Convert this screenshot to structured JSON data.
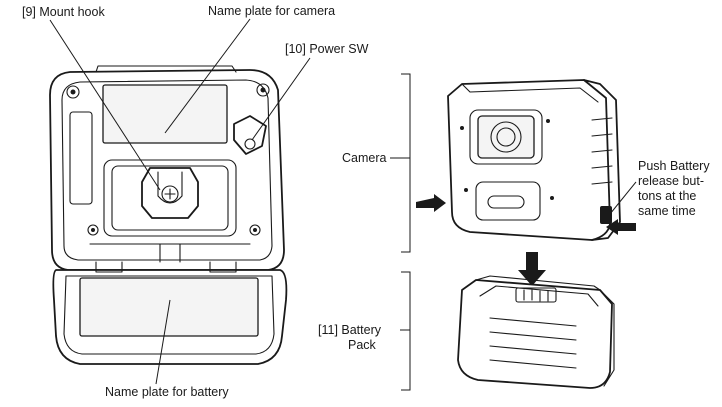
{
  "labels": {
    "mount_hook": "[9] Mount hook",
    "name_plate_camera": "Name plate for camera",
    "power_sw": "[10] Power SW",
    "camera": "Camera",
    "push_battery_line1": "Push Battery",
    "push_battery_line2": "release but-",
    "push_battery_line3": "tons at the",
    "push_battery_line4": "same time",
    "battery_pack_line1": "[11] Battery",
    "battery_pack_line2": "Pack",
    "name_plate_battery": "Name plate for battery"
  },
  "colors": {
    "line": "#1a1a1a",
    "background": "#ffffff",
    "panel": "#f4f4f4"
  }
}
